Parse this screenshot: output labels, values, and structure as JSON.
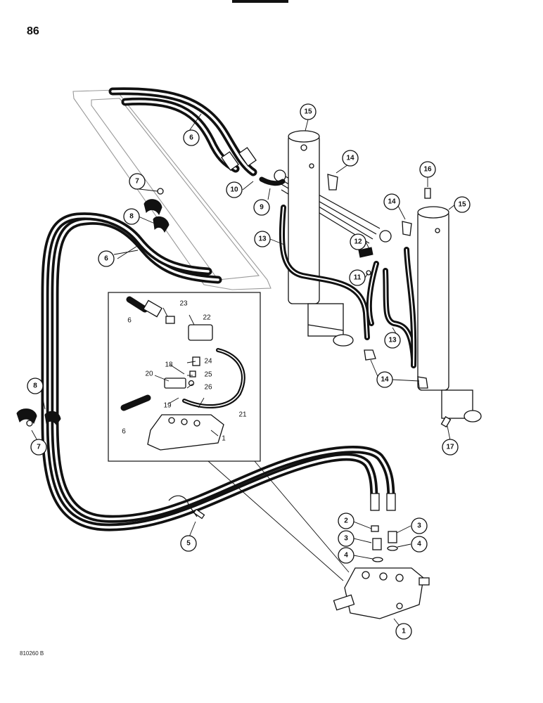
{
  "page": {
    "number": "86",
    "drawing_code": "810260 B"
  },
  "callouts": [
    "1",
    "2",
    "3",
    "4",
    "5",
    "6",
    "7",
    "8",
    "9",
    "10",
    "11",
    "12",
    "13",
    "14",
    "15",
    "16",
    "17",
    "18",
    "19",
    "20",
    "21",
    "22",
    "23",
    "24",
    "25",
    "26"
  ],
  "inset_labels": [
    "6",
    "6"
  ]
}
